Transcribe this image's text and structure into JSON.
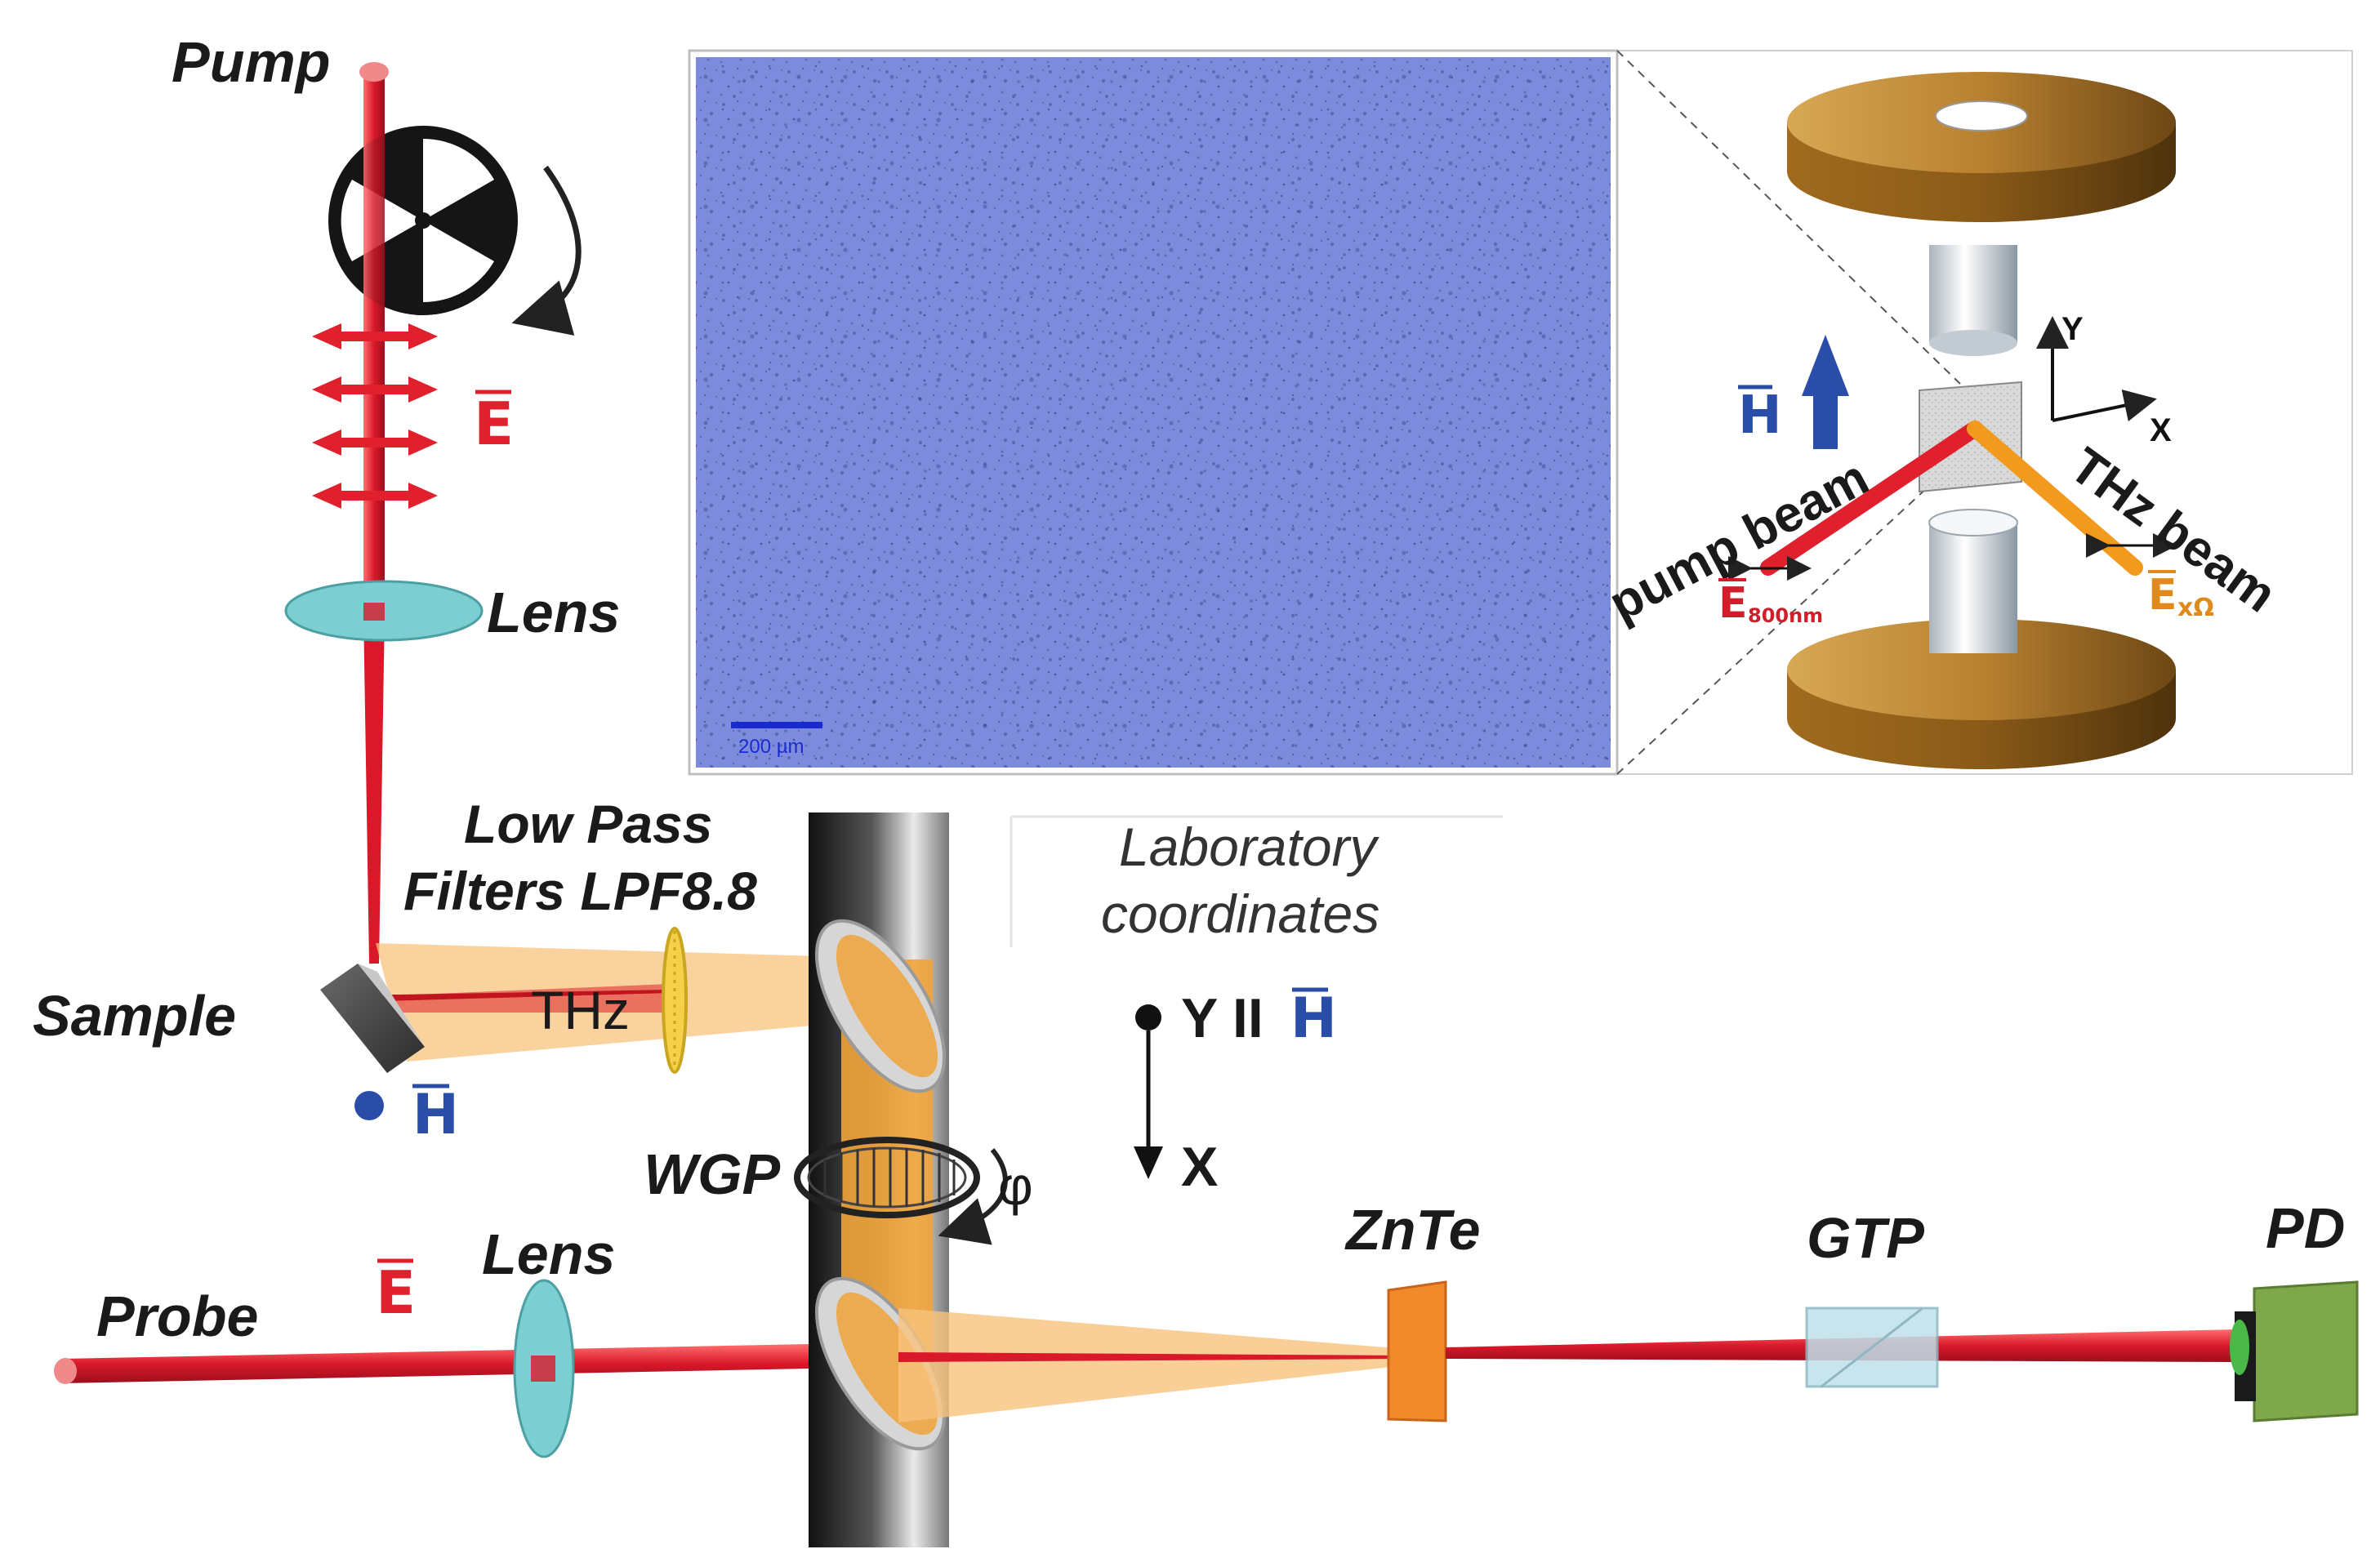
{
  "labels": {
    "pump": "Pump",
    "lens_top": "Lens",
    "lens_bottom": "Lens",
    "low_pass_line1": "Low Pass",
    "low_pass_line2": "Filters LPF8.8",
    "sample": "Sample",
    "thz": "THz",
    "wgp": "WGP",
    "phi": "φ",
    "probe": "Probe",
    "znte": "ZnTe",
    "gtp": "GTP",
    "pd": "PD",
    "lab_line1": "Laboratory",
    "lab_line2": "coordinates",
    "y_axis": "Y II",
    "x_axis": "X",
    "e_field": "E",
    "h_field": "H"
  },
  "micrograph": {
    "scale_bar": "200 µm"
  },
  "inset": {
    "axis_y": "Y",
    "axis_x": "X",
    "h_label": "H",
    "pump_beam": "pump beam",
    "thz_beam": "THz beam",
    "e_800": "E",
    "e_800_sub": "800nm",
    "e_xo": "E",
    "e_xo_sub": "xΩ"
  },
  "colors": {
    "laser_red": "#e0202c",
    "thz_orange": "#f5a623",
    "thz_light": "#fbd8a0",
    "magnet_brown": "#b07a2a",
    "micrograph_blue": "#7c8bdc",
    "h_blue": "#2a4ea8",
    "lens_cyan": "#7ccfd0",
    "pd_green": "#7fa84a"
  }
}
